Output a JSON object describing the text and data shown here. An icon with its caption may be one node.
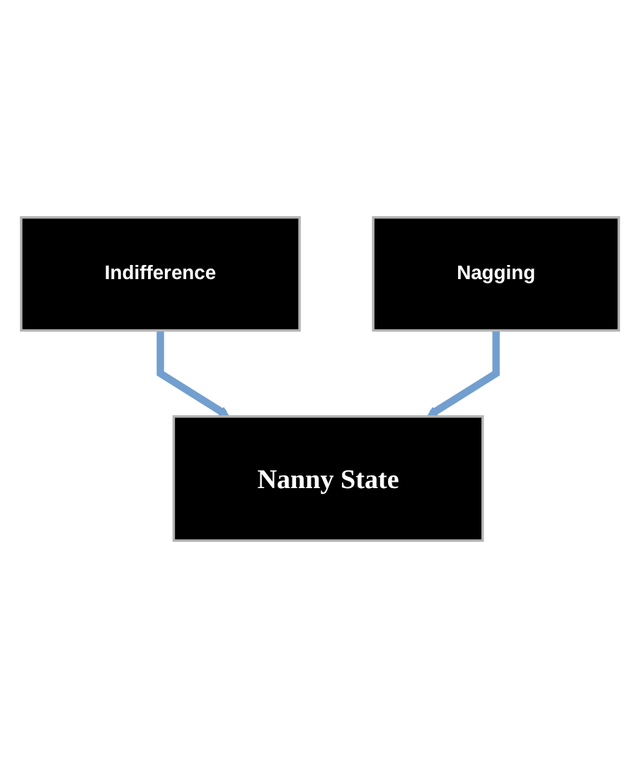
{
  "diagram": {
    "nodes": [
      {
        "text": [
          "Indifference"
        ]
      },
      {
        "text": [
          "Nanny State"
        ]
      },
      {
        "text": [
          "Nagging"
        ]
      }
    ],
    "edges": [
      {
        "from": 0,
        "to": 1,
        "arrow": "to"
      },
      {
        "from": 2,
        "to": 1,
        "arrow": "to"
      }
    ]
  }
}
